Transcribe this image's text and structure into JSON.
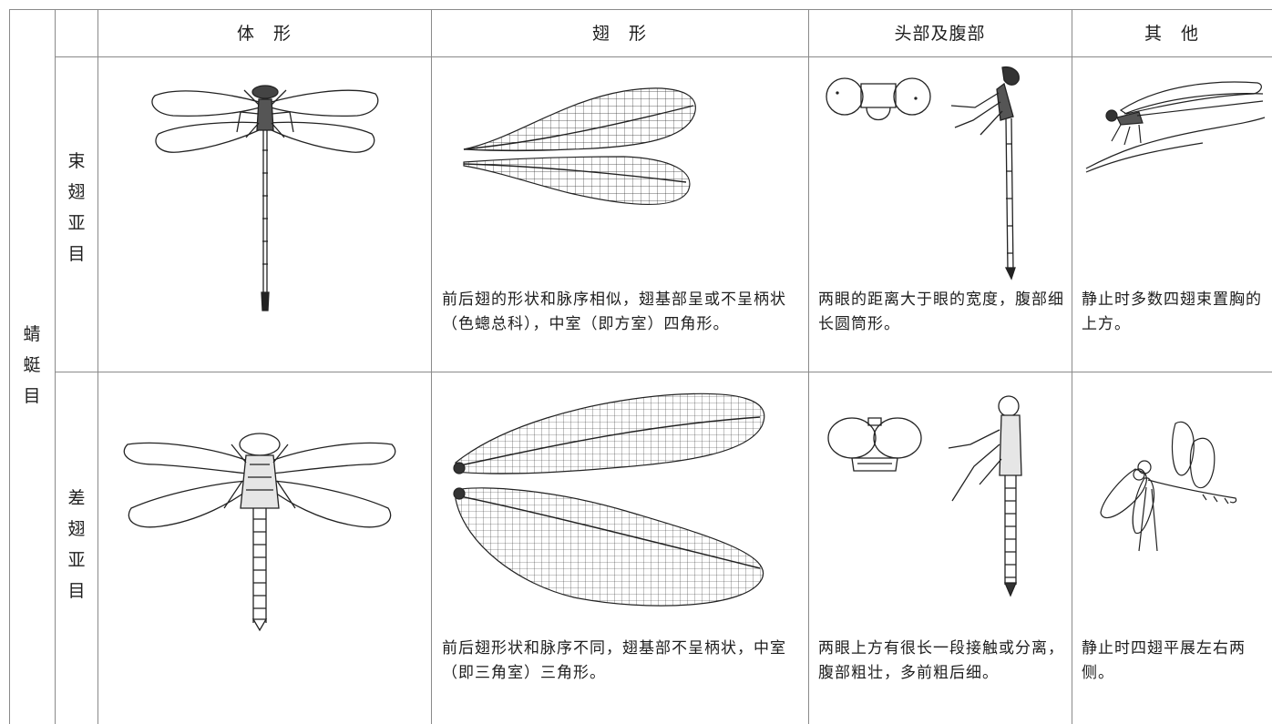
{
  "headers": {
    "body_shape": "体　形",
    "wing_shape": "翅　形",
    "head_abdomen": "头部及腹部",
    "other": "其　他"
  },
  "order_label": "蜻蜓目",
  "rows": [
    {
      "suborder": "束翅亚目",
      "wing_text": "前后翅的形状和脉序相似，翅基部呈或不呈柄状（色蟌总科），中室（即方室）四角形。",
      "head_text": "两眼的距离大于眼的宽度，腹部细长圆筒形。",
      "other_text": "静止时多数四翅束置胸的上方。",
      "icons": [
        "damselfly-body-illustration",
        "damselfly-wings-illustration",
        "damselfly-head-illustration",
        "damselfly-side-illustration",
        "damselfly-resting-illustration"
      ]
    },
    {
      "suborder": "差翅亚目",
      "wing_text": "前后翅形状和脉序不同，翅基部不呈柄状，中室（即三角室）三角形。",
      "head_text": "两眼上方有很长一段接触或分离，腹部粗壮，多前粗后细。",
      "other_text": "静止时四翅平展左右两侧。",
      "icons": [
        "dragonfly-body-illustration",
        "dragonfly-wings-illustration",
        "dragonfly-head-illustration",
        "dragonfly-side-illustration",
        "dragonfly-resting-illustration"
      ]
    }
  ]
}
